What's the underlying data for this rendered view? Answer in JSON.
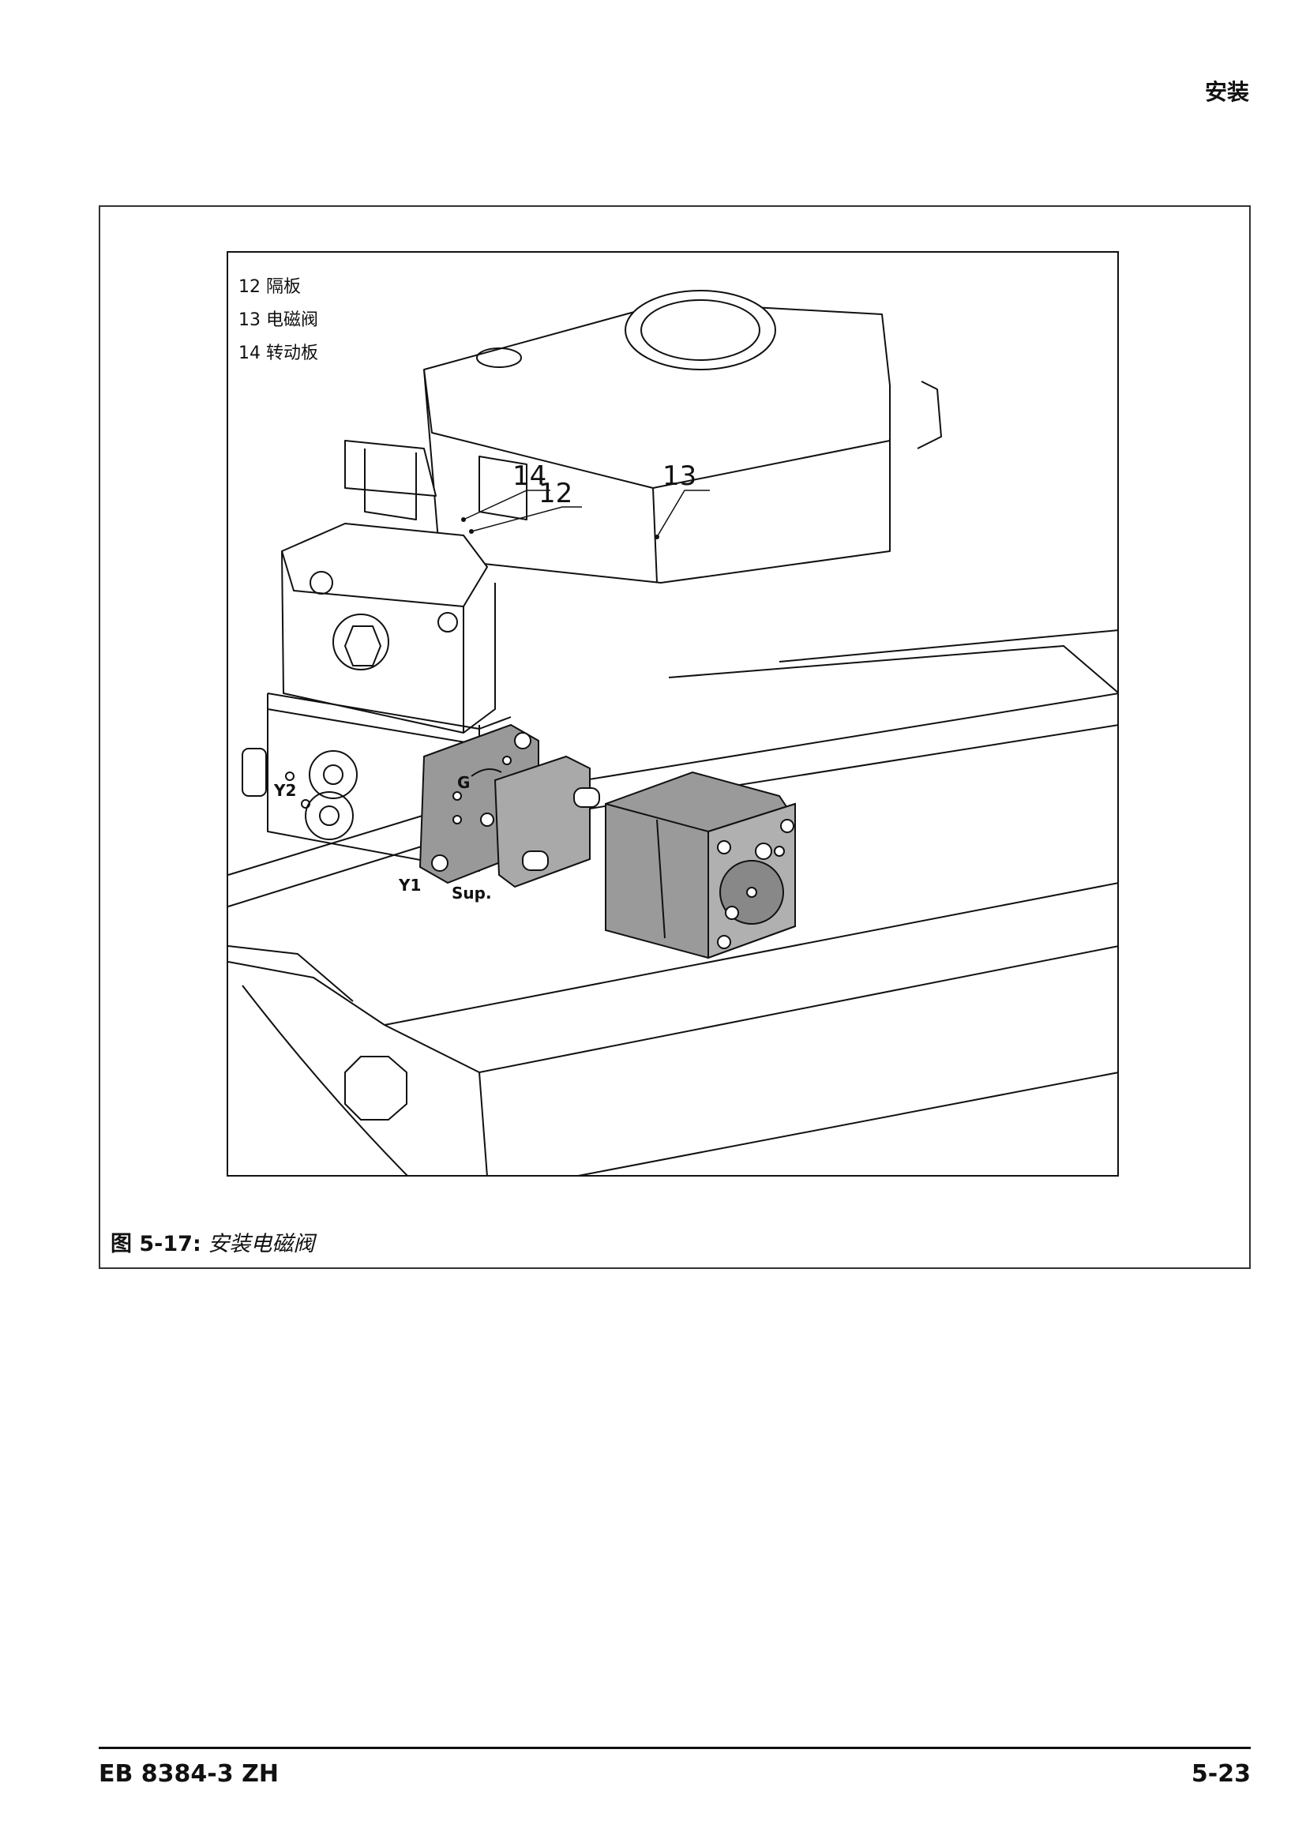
{
  "header": {
    "section_title": "安装"
  },
  "figure": {
    "legend": [
      {
        "number": "12",
        "label": "隔板"
      },
      {
        "number": "13",
        "label": "电磁阀"
      },
      {
        "number": "14",
        "label": "转动板"
      }
    ],
    "callouts": {
      "c14": "14",
      "c12": "12",
      "c13": "13"
    },
    "port_labels": {
      "y2": "Y2",
      "g": "G",
      "y1": "Y1",
      "sup": "Sup."
    },
    "caption": {
      "number": "图 5-17:",
      "text": "安装电磁阀"
    }
  },
  "footer": {
    "doc_id": "EB 8384-3 ZH",
    "page": "5-23"
  }
}
